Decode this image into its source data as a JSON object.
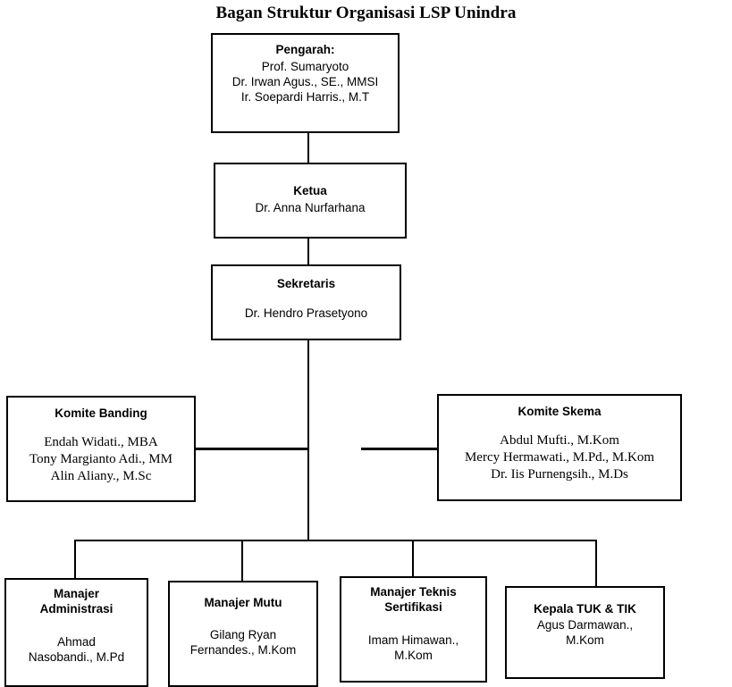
{
  "title": "Bagan Struktur Organisasi LSP Unindra",
  "nodes": {
    "pengarah": {
      "title": "Pengarah:",
      "members": "Prof. Sumaryoto\nDr. Irwan Agus., SE., MMSI\nIr. Soepardi Harris., M.T"
    },
    "ketua": {
      "title": "Ketua",
      "members": "Dr. Anna Nurfarhana"
    },
    "sekretaris": {
      "title": "Sekretaris",
      "members": "Dr. Hendro Prasetyono"
    },
    "komite_banding": {
      "title": "Komite Banding",
      "members": "Endah Widati., MBA\nTony Margianto Adi., MM\nAlin Aliany., M.Sc"
    },
    "komite_skema": {
      "title": "Komite Skema",
      "members": "Abdul Mufti., M.Kom\nMercy Hermawati., M.Pd., M.Kom\nDr. Iis Purnengsih., M.Ds"
    },
    "manajer_administrasi": {
      "title": "Manajer\nAdministrasi",
      "members": "Ahmad\nNasobandi., M.Pd"
    },
    "manajer_mutu": {
      "title": "Manajer Mutu",
      "members": "Gilang Ryan\nFernandes., M.Kom"
    },
    "manajer_teknis": {
      "title": "Manajer Teknis\nSertifikasi",
      "members": "Imam Himawan.,\nM.Kom"
    },
    "kepala_tuk_tik": {
      "title": "Kepala TUK & TIK",
      "members": "Agus Darmawan.,\nM.Kom"
    }
  },
  "colors": {
    "background": "#ffffff",
    "line": "#000000",
    "text": "#000000"
  }
}
